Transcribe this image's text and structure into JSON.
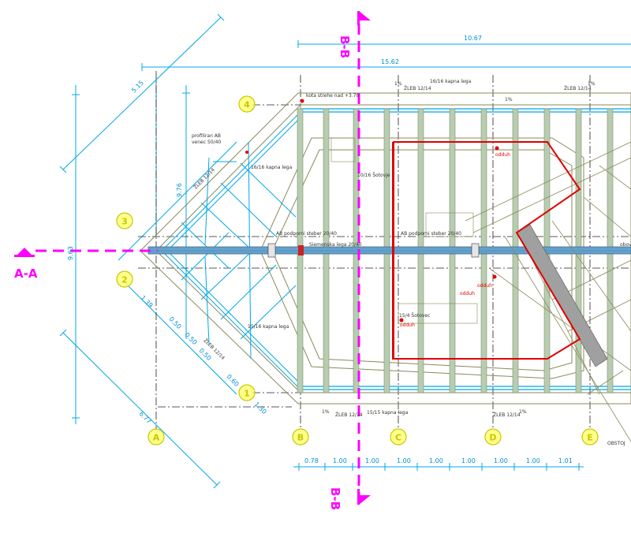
{
  "dimensions": {
    "top_1": "10.67",
    "top_2": "15.62",
    "bottom": [
      "0.78",
      "1.00",
      "1.00",
      "1.00",
      "1.00",
      "1.00",
      "1.00",
      "1.00",
      "1.01"
    ],
    "left_vertical_1": "9.76",
    "left_vertical_2": "9.63",
    "diag_top": "5.15",
    "diag_bottom": "6.77",
    "small_1": "1.39",
    "small_2": "0.50",
    "small_3": "0.50",
    "small_4": "0.50",
    "small_5": "0.60",
    "small_6": "1.30"
  },
  "sections": {
    "aa": "A-A",
    "bb_top": "B-B",
    "bb_bottom": "B-B"
  },
  "axes": {
    "letters": [
      "A",
      "B",
      "C",
      "D",
      "E"
    ],
    "numbers": [
      "4",
      "3",
      "2",
      "1"
    ]
  },
  "labels": {
    "zleb_top_1": "ŽLEB 12/14",
    "zleb_top_2": "ŽLEB 12/14",
    "zleb_bot_1": "ŽLEB 12/14",
    "zleb_bot_2": "ŽLEB 12/14",
    "zleb_diag_1": "ŽLEB 12/14",
    "zleb_diag_2": "ŽLEB 12/14",
    "pct_1": "1%",
    "pct_2": "1%",
    "pct_3": "1%",
    "pct_4": "1%",
    "pct_5": "1%",
    "kapna_lega_top": "16/16 kapna lega",
    "kapna_lega_diag": "16/16 kapna lega",
    "kapna_lega_diag2": "15/16 kapna lega",
    "kapna_lega_bot": "15/15 kapna lega",
    "kota": "kota strehe nad +3.70",
    "profiliran": "profiliran AB",
    "venec": "venec 50/40",
    "sotovje": "10/16 Šotovje",
    "nosilec_1": "AB podporni steber 20/40",
    "nosilec_2": "AB podporni steber 20/40",
    "siemenska": "Siemenska lega 20/40",
    "odduh_1": "odduh",
    "odduh_2": "odduh",
    "odduh_3": "odduh",
    "odduh_4": "odduh",
    "obstoj": "OBSTOJ",
    "sotovje2": "15/4 Šotovec",
    "right_edge": "obov"
  },
  "colors": {
    "cyan": "#00a8e8",
    "olive": "#8a8a5a",
    "green": "#9fbf9f",
    "red": "#e00000",
    "magenta": "#ff00ff",
    "yellow": "#ffff33",
    "dark": "#222222",
    "grey": "#9a9a9a"
  }
}
